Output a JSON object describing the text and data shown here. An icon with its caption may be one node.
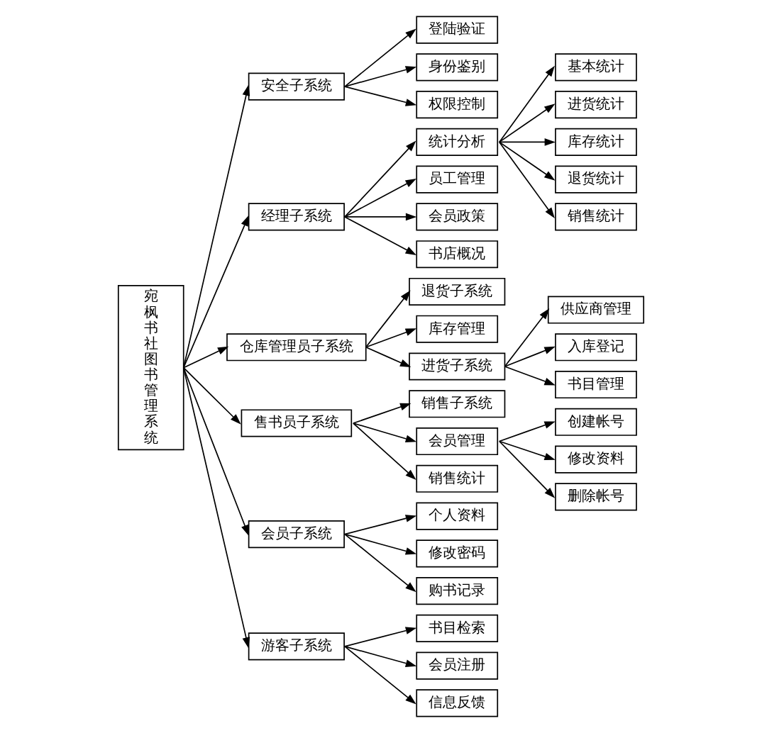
{
  "diagram": {
    "nodes": [
      {
        "text": [
          "宛枫书社图书管理系统"
        ]
      },
      {
        "text": [
          "安全子系统"
        ]
      },
      {
        "text": [
          "登陆验证"
        ]
      },
      {
        "text": [
          "身份鉴别"
        ]
      },
      {
        "text": [
          "权限控制"
        ]
      },
      {
        "text": [
          "经理子系统"
        ]
      },
      {
        "text": [
          "统计分析"
        ]
      },
      {
        "text": [
          "员工管理"
        ]
      },
      {
        "text": [
          "会员政策"
        ]
      },
      {
        "text": [
          "书店概况"
        ]
      },
      {
        "text": [
          "基本统计"
        ]
      },
      {
        "text": [
          "进货统计"
        ]
      },
      {
        "text": [
          "库存统计"
        ]
      },
      {
        "text": [
          "退货统计"
        ]
      },
      {
        "text": [
          "销售统计"
        ]
      },
      {
        "text": [
          "仓库管理员子系统"
        ]
      },
      {
        "text": [
          "退货子系统"
        ]
      },
      {
        "text": [
          "库存管理"
        ]
      },
      {
        "text": [
          "进货子系统"
        ]
      },
      {
        "text": [
          "供应商管理"
        ]
      },
      {
        "text": [
          "入库登记"
        ]
      },
      {
        "text": [
          "书目管理"
        ]
      },
      {
        "text": [
          "售书员子系统"
        ]
      },
      {
        "text": [
          "销售子系统"
        ]
      },
      {
        "text": [
          "会员管理"
        ]
      },
      {
        "text": [
          "销售统计"
        ]
      },
      {
        "text": [
          "创建帐号"
        ]
      },
      {
        "text": [
          "修改资料"
        ]
      },
      {
        "text": [
          "删除帐号"
        ]
      },
      {
        "text": [
          "会员子系统"
        ]
      },
      {
        "text": [
          "个人资料"
        ]
      },
      {
        "text": [
          "修改密码"
        ]
      },
      {
        "text": [
          "购书记录"
        ]
      },
      {
        "text": [
          "游客子系统"
        ]
      },
      {
        "text": [
          "书目检索"
        ]
      },
      {
        "text": [
          "会员注册"
        ]
      },
      {
        "text": [
          "信息反馈"
        ]
      }
    ],
    "edges": [
      {
        "from": 0,
        "to": 1,
        "arrow": "to"
      },
      {
        "from": 1,
        "to": 2,
        "arrow": "to"
      },
      {
        "from": 1,
        "to": 3,
        "arrow": "to"
      },
      {
        "from": 1,
        "to": 4,
        "arrow": "to"
      },
      {
        "from": 0,
        "to": 5,
        "arrow": "to"
      },
      {
        "from": 5,
        "to": 6,
        "arrow": "to"
      },
      {
        "from": 5,
        "to": 7,
        "arrow": "to"
      },
      {
        "from": 5,
        "to": 8,
        "arrow": "to"
      },
      {
        "from": 5,
        "to": 9,
        "arrow": "to"
      },
      {
        "from": 6,
        "to": 10,
        "arrow": "to"
      },
      {
        "from": 6,
        "to": 11,
        "arrow": "to"
      },
      {
        "from": 6,
        "to": 12,
        "arrow": "to"
      },
      {
        "from": 6,
        "to": 13,
        "arrow": "to"
      },
      {
        "from": 6,
        "to": 14,
        "arrow": "to"
      },
      {
        "from": 0,
        "to": 15,
        "arrow": "to"
      },
      {
        "from": 15,
        "to": 16,
        "arrow": "to"
      },
      {
        "from": 15,
        "to": 17,
        "arrow": "to"
      },
      {
        "from": 15,
        "to": 18,
        "arrow": "to"
      },
      {
        "from": 18,
        "to": 19,
        "arrow": "to"
      },
      {
        "from": 18,
        "to": 20,
        "arrow": "to"
      },
      {
        "from": 18,
        "to": 21,
        "arrow": "to"
      },
      {
        "from": 0,
        "to": 22,
        "arrow": "to"
      },
      {
        "from": 22,
        "to": 23,
        "arrow": "to"
      },
      {
        "from": 22,
        "to": 24,
        "arrow": "to"
      },
      {
        "from": 22,
        "to": 25,
        "arrow": "to"
      },
      {
        "from": 24,
        "to": 26,
        "arrow": "to"
      },
      {
        "from": 24,
        "to": 27,
        "arrow": "to"
      },
      {
        "from": 24,
        "to": 28,
        "arrow": "to"
      },
      {
        "from": 0,
        "to": 29,
        "arrow": "to"
      },
      {
        "from": 29,
        "to": 30,
        "arrow": "to"
      },
      {
        "from": 29,
        "to": 31,
        "arrow": "to"
      },
      {
        "from": 29,
        "to": 32,
        "arrow": "to"
      },
      {
        "from": 0,
        "to": 33,
        "arrow": "to"
      },
      {
        "from": 33,
        "to": 34,
        "arrow": "to"
      },
      {
        "from": 33,
        "to": 35,
        "arrow": "to"
      },
      {
        "from": 33,
        "to": 36,
        "arrow": "to"
      }
    ]
  }
}
